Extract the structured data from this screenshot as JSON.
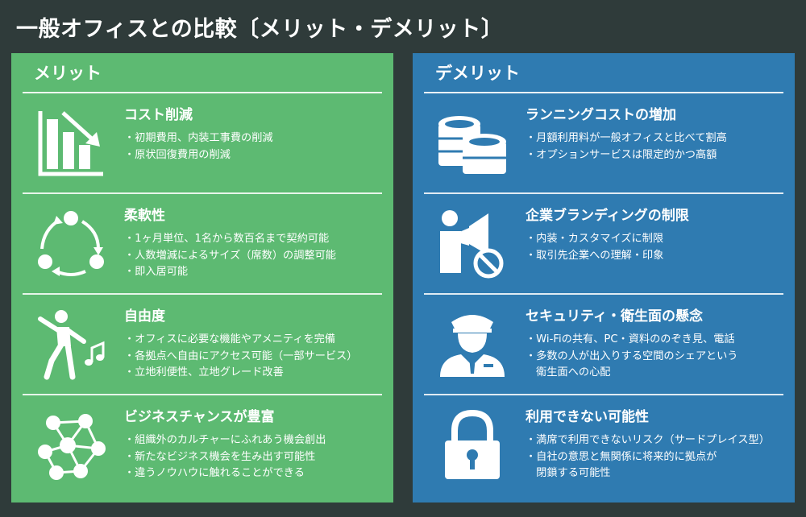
{
  "title": "一般オフィスとの比較〔メリット・デメリット〕",
  "merit": {
    "heading": "メリット",
    "items": [
      {
        "icon": "declining-bar-chart-icon",
        "title": "コスト削減",
        "bullets": [
          "・初期費用、内装工事費の削減",
          "・原状回復費用の削減"
        ]
      },
      {
        "icon": "cycle-arrows-icon",
        "title": "柔軟性",
        "bullets": [
          "・1ヶ月単位、1名から数百名まで契約可能",
          "・人数増減によるサイズ（席数）の調整可能",
          "・即入居可能"
        ]
      },
      {
        "icon": "dancing-person-icon",
        "title": "自由度",
        "bullets": [
          "・オフィスに必要な機能やアメニティを完備",
          "・各拠点へ自由にアクセス可能（一部サービス）",
          "・立地利便性、立地グレード改善"
        ]
      },
      {
        "icon": "people-network-icon",
        "title": "ビジネスチャンスが豊富",
        "bullets": [
          "・組織外のカルチャーにふれあう機会創出",
          "・新たなビジネス機会を生み出す可能性",
          "・違うノウハウに触れることができる"
        ]
      }
    ]
  },
  "demerit": {
    "heading": "デメリット",
    "items": [
      {
        "icon": "coin-stacks-icon",
        "title": "ランニングコストの増加",
        "bullets": [
          "・月額利用料が一般オフィスと比べて割高",
          "・オプションサービスは限定的かつ高額"
        ]
      },
      {
        "icon": "megaphone-prohibited-icon",
        "title": "企業ブランディングの制限",
        "bullets": [
          "・内装・カスタマイズに制限",
          "・取引先企業への理解・印象"
        ]
      },
      {
        "icon": "security-guard-icon",
        "title": "セキュリティ・衛生面の懸念",
        "bullets": [
          "・Wi-Fiの共有、PC・資料ののぞき見、電話",
          "・多数の人が出入りする空間のシェアという",
          "　衛生面への心配"
        ]
      },
      {
        "icon": "padlock-icon",
        "title": "利用できない可能性",
        "bullets": [
          "・満席で利用できないリスク（サードプレイス型）",
          "・自社の意思と無関係に将来的に拠点が",
          "　閉鎖する可能性"
        ]
      }
    ]
  }
}
